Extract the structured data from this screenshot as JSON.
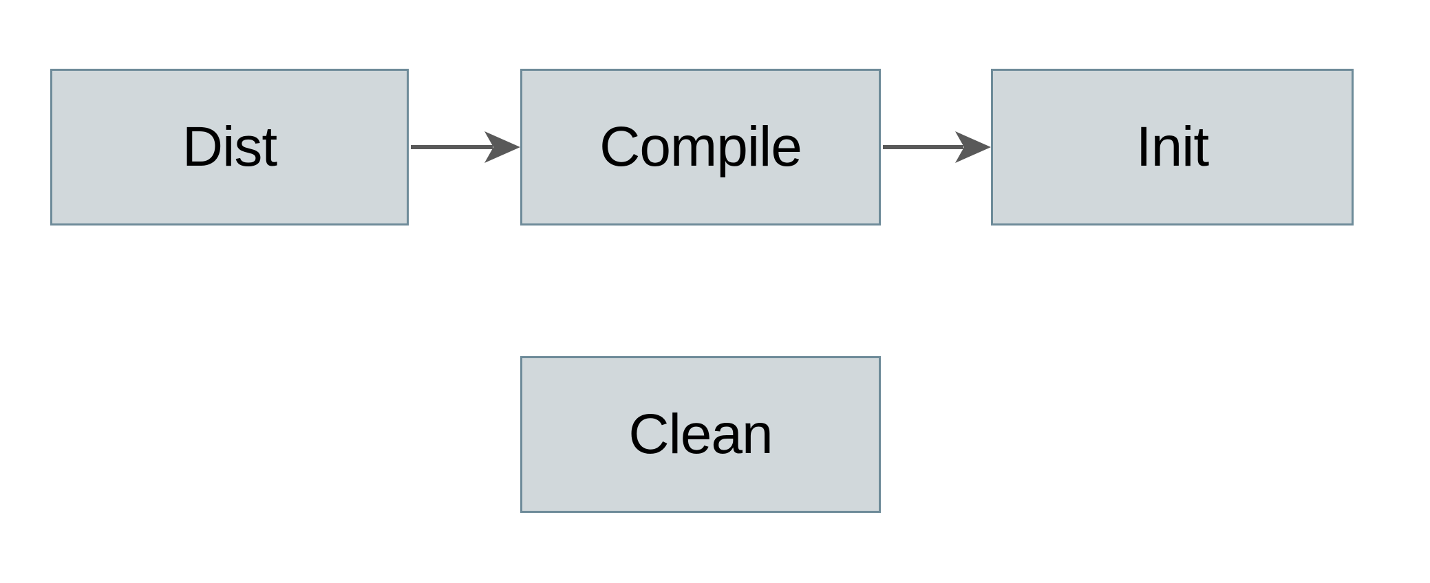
{
  "diagram": {
    "type": "flowchart",
    "colors": {
      "background": "#ffffff",
      "node_fill": "#d1d8db",
      "node_border": "#6e8b99",
      "connector": "#595959",
      "text": "#000000"
    },
    "nodes": [
      {
        "id": "dist",
        "label": "Dist"
      },
      {
        "id": "compile",
        "label": "Compile"
      },
      {
        "id": "init",
        "label": "Init"
      },
      {
        "id": "clean",
        "label": "Clean"
      }
    ],
    "edges": [
      {
        "from": "Dist",
        "to": "Compile",
        "style": "solid-arrow-right"
      },
      {
        "from": "Compile",
        "to": "Init",
        "style": "solid-arrow-right"
      }
    ]
  }
}
